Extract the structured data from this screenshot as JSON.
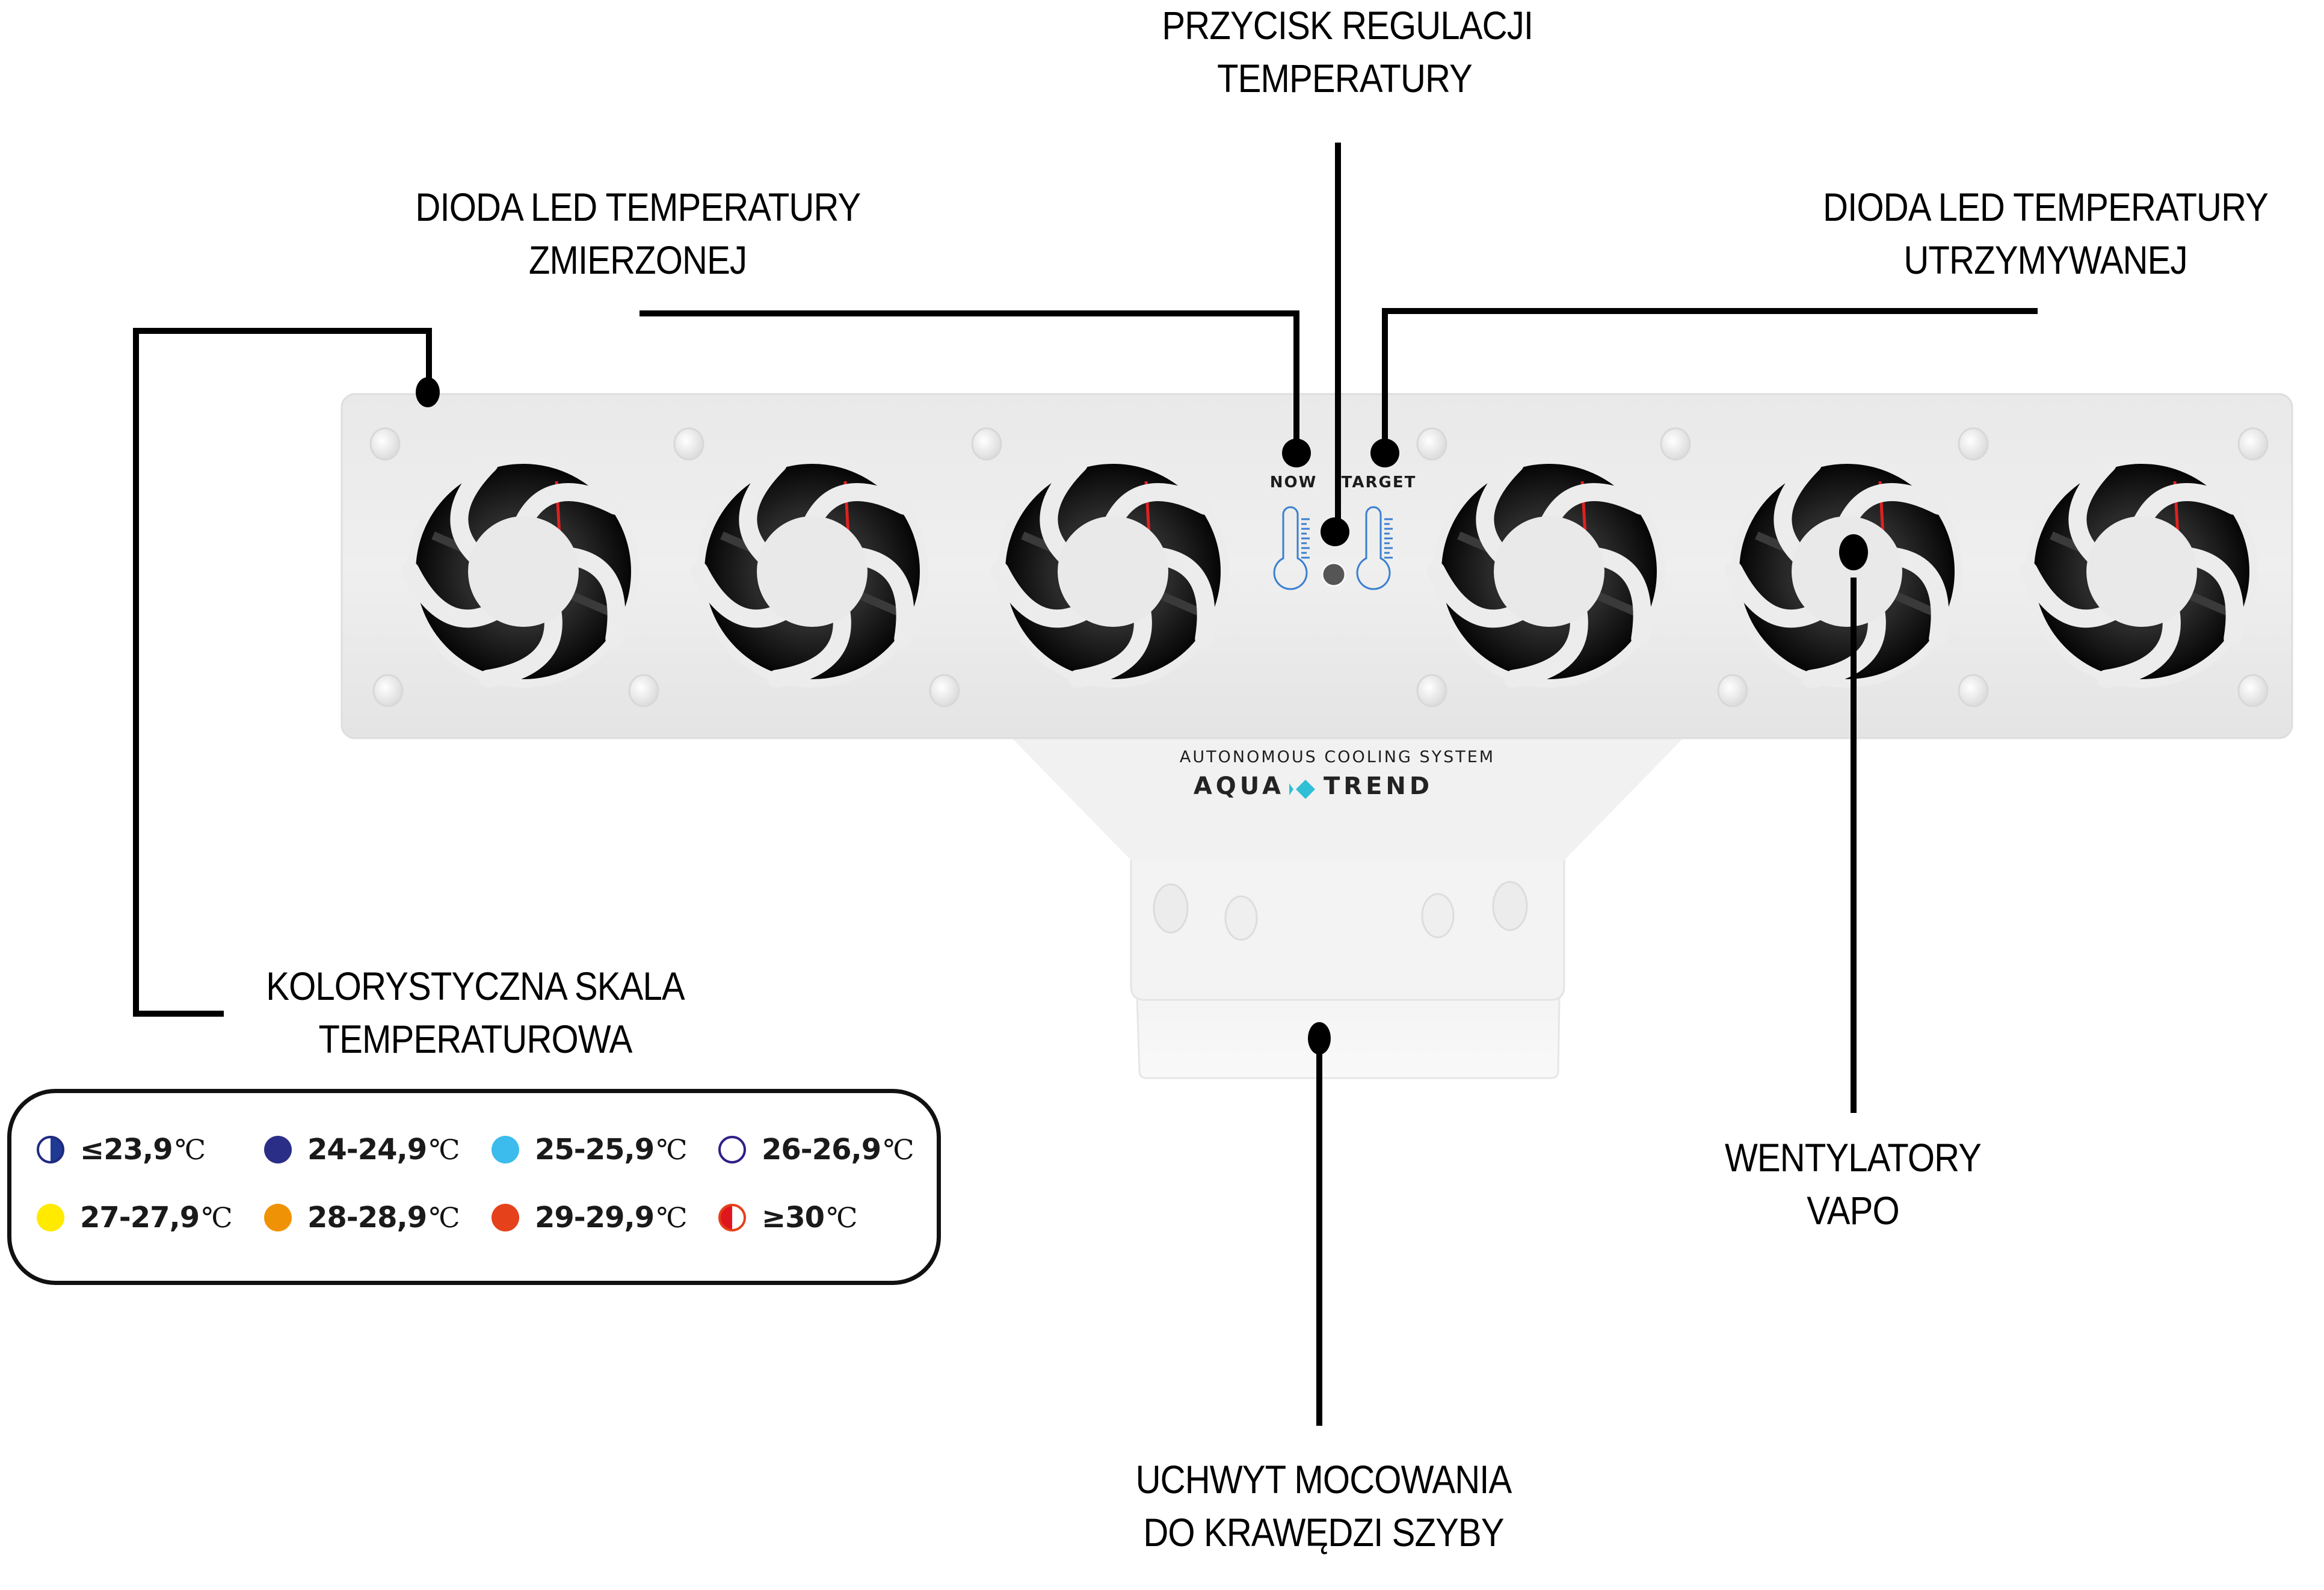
{
  "callouts": {
    "button": {
      "line1": "PRZYCISK REGULACJI",
      "line2": "TEMPERATURY"
    },
    "led_measured": {
      "line1": "DIODA LED TEMPERATURY",
      "line2": "ZMIERZONEJ"
    },
    "led_target": {
      "line1": "DIODA LED TEMPERATURY",
      "line2": "UTRZYMYWANEJ"
    },
    "color_scale": {
      "line1": "KOLORYSTYCZNA SKALA",
      "line2": "TEMPERATUROWA"
    },
    "fans": {
      "line1": "WENTYLATORY",
      "line2": "VAPO"
    },
    "mount": {
      "line1": "UCHWYT MOCOWANIA",
      "line2": "DO KRAWĘDZI SZYBY"
    }
  },
  "device": {
    "panel_label_now": "NOW",
    "panel_label_target": "TARGET",
    "tagline": "AUTONOMOUS COOLING SYSTEM",
    "brand_left": "AQUA",
    "brand_right": "TREND",
    "fan_count": 6,
    "colors": {
      "body": "#ebebeb",
      "fan_dark": "#121212",
      "thermometer": "#3a7fd0",
      "brand_diamond": "#2fbfd6",
      "wire": "#e02020"
    }
  },
  "legend": {
    "unit": "℃",
    "items": [
      {
        "label": "≤23,9",
        "style": "half-left-white",
        "color": "#1f3a93",
        "outline": "#1f2a80"
      },
      {
        "label": "24-24,9",
        "style": "solid",
        "color": "#2b2e87",
        "outline": "#2b2e87"
      },
      {
        "label": "25-25,9",
        "style": "solid",
        "color": "#3bbcec",
        "outline": "#3bbcec"
      },
      {
        "label": "26-26,9",
        "style": "ring",
        "color": "#ffffff",
        "outline": "#2e1f86"
      },
      {
        "label": "27-27,9",
        "style": "solid",
        "color": "#ffea00",
        "outline": "#ffea00"
      },
      {
        "label": "28-28,9",
        "style": "solid",
        "color": "#f09205",
        "outline": "#f09205"
      },
      {
        "label": "29-29,9",
        "style": "solid",
        "color": "#e5411a",
        "outline": "#e5411a"
      },
      {
        "label": "≥30",
        "style": "half-right-white",
        "color": "#e0161e",
        "outline": "#e5411a"
      }
    ]
  }
}
